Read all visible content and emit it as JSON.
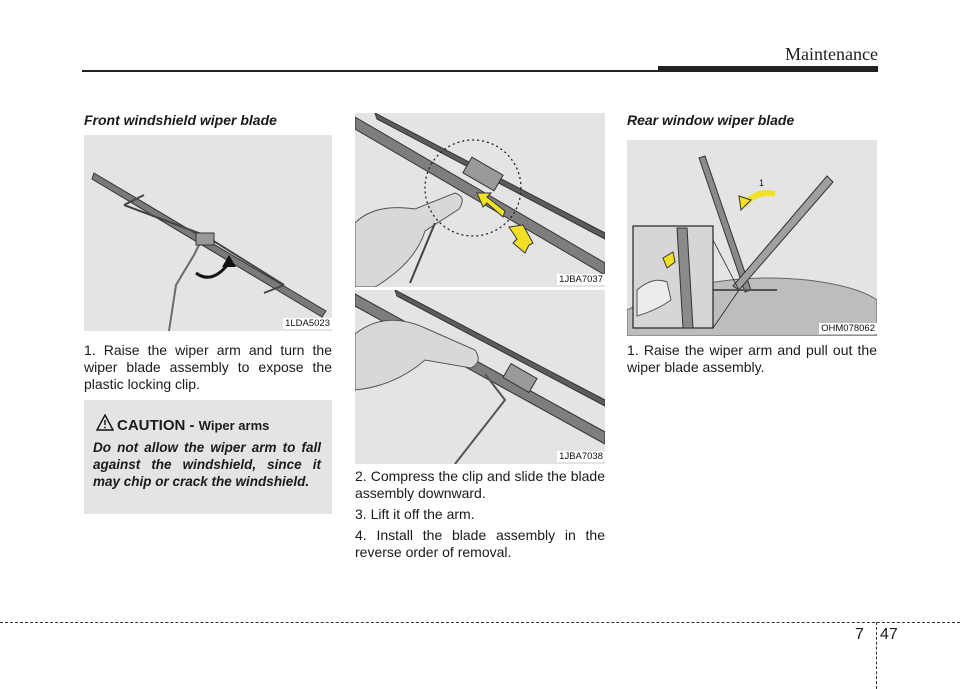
{
  "header": {
    "title": "Maintenance"
  },
  "left": {
    "section_title": "Front windshield wiper blade",
    "image_code": "1LDA5023",
    "step1_num": "1.",
    "step1_text": "Raise the wiper arm and turn the wiper blade assembly to expose the plastic locking clip.",
    "caution": {
      "label": "CAUTION -",
      "sub": "Wiper arms",
      "text": "Do not allow the wiper arm to fall against the windshield, since it may chip or crack the windshield."
    }
  },
  "middle": {
    "image1_code": "1JBA7037",
    "image2_code": "1JBA7038",
    "steps": [
      {
        "num": "2.",
        "text": "Compress the clip and slide the blade assembly downward."
      },
      {
        "num": "3.",
        "text": "Lift it off the arm."
      },
      {
        "num": "4.",
        "text": "Install the blade assembly in the reverse order of removal."
      }
    ]
  },
  "right": {
    "section_title": "Rear window wiper blade",
    "image_code": "OHM078062",
    "callout_number": "1",
    "step1_num": "1.",
    "step1_text": "Raise the wiper arm and pull out the wiper blade assembly."
  },
  "footer": {
    "chapter": "7",
    "page": "47"
  },
  "colors": {
    "arrow": "#f2e027",
    "image_bg": "#e4e4e4",
    "rule": "#222222"
  }
}
